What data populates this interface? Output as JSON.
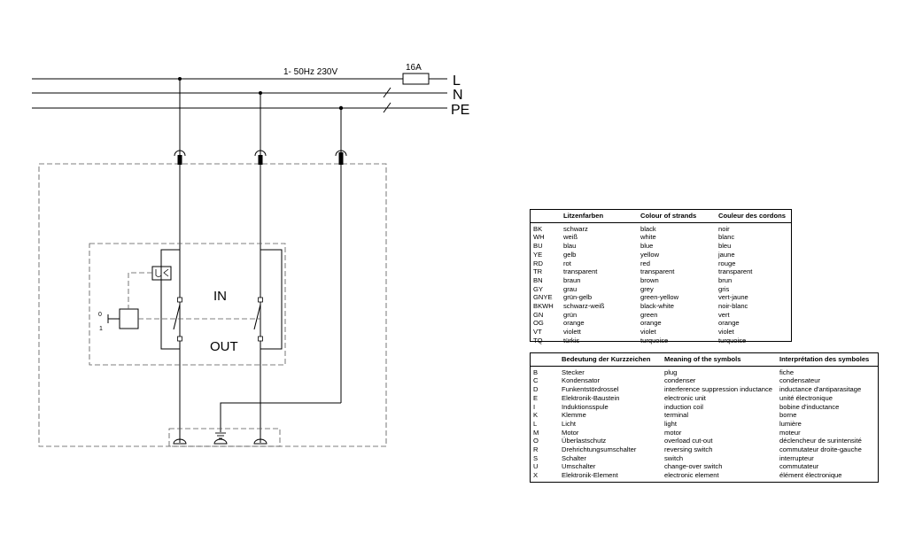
{
  "diagram": {
    "supply_label": "1- 50Hz 230V",
    "fuse_label": "16A",
    "lines": {
      "l": "L",
      "n": "N",
      "pe": "PE"
    },
    "label_in": "IN",
    "label_out": "OUT",
    "switch_pos_0": "0",
    "switch_pos_1": "1",
    "colors": {
      "line": "#000000",
      "dashed": "#555555"
    }
  },
  "strand_colors": {
    "headers": [
      "",
      "Litzenfarben",
      "Colour of strands",
      "Couleur des cordons"
    ],
    "rows": [
      [
        "BK",
        "schwarz",
        "black",
        "noir"
      ],
      [
        "WH",
        "weiß",
        "white",
        "blanc"
      ],
      [
        "BU",
        "blau",
        "blue",
        "bleu"
      ],
      [
        "YE",
        "gelb",
        "yellow",
        "jaune"
      ],
      [
        "RD",
        "rot",
        "red",
        "rouge"
      ],
      [
        "TR",
        "transparent",
        "transparent",
        "transparent"
      ],
      [
        "BN",
        "braun",
        "brown",
        "brun"
      ],
      [
        "GY",
        "grau",
        "grey",
        "gris"
      ],
      [
        "GNYE",
        "grün-gelb",
        "green-yellow",
        "vert-jaune"
      ],
      [
        "BKWH",
        "schwarz-weiß",
        "black-white",
        "noir-blanc"
      ],
      [
        "GN",
        "grün",
        "green",
        "vert"
      ],
      [
        "OG",
        "orange",
        "orange",
        "orange"
      ],
      [
        "VT",
        "violett",
        "violet",
        "violet"
      ],
      [
        "TQ",
        "türkis",
        "turquoise",
        "turquoise"
      ]
    ]
  },
  "symbols": {
    "headers": [
      "",
      "Bedeutung der Kurzzeichen",
      "Meaning of the symbols",
      "Interprétation des symboles"
    ],
    "rows": [
      [
        "B",
        "Stecker",
        "plug",
        "fiche"
      ],
      [
        "C",
        "Kondensator",
        "condenser",
        "condensateur"
      ],
      [
        "D",
        "Funkentstördrossel",
        "interference suppression inductance",
        "inductance d'antiparasitage"
      ],
      [
        "E",
        "Elektronik-Baustein",
        "electronic unit",
        "unité électronique"
      ],
      [
        "I",
        "Induktionsspule",
        "induction coil",
        "bobine d'inductance"
      ],
      [
        "K",
        "Klemme",
        "terminal",
        "borne"
      ],
      [
        "L",
        "Licht",
        "light",
        "lumière"
      ],
      [
        "M",
        "Motor",
        "motor",
        "moteur"
      ],
      [
        "O",
        "Überlastschutz",
        "overload cut-out",
        "déclencheur de surintensité"
      ],
      [
        "R",
        "Drehrichtungsumschalter",
        "reversing switch",
        "commutateur droite-gauche"
      ],
      [
        "S",
        "Schalter",
        "switch",
        "interrupteur"
      ],
      [
        "U",
        "Umschalter",
        "change-over switch",
        "commutateur"
      ],
      [
        "X",
        "Elektronik-Element",
        "electronic element",
        "élément électronique"
      ]
    ]
  }
}
